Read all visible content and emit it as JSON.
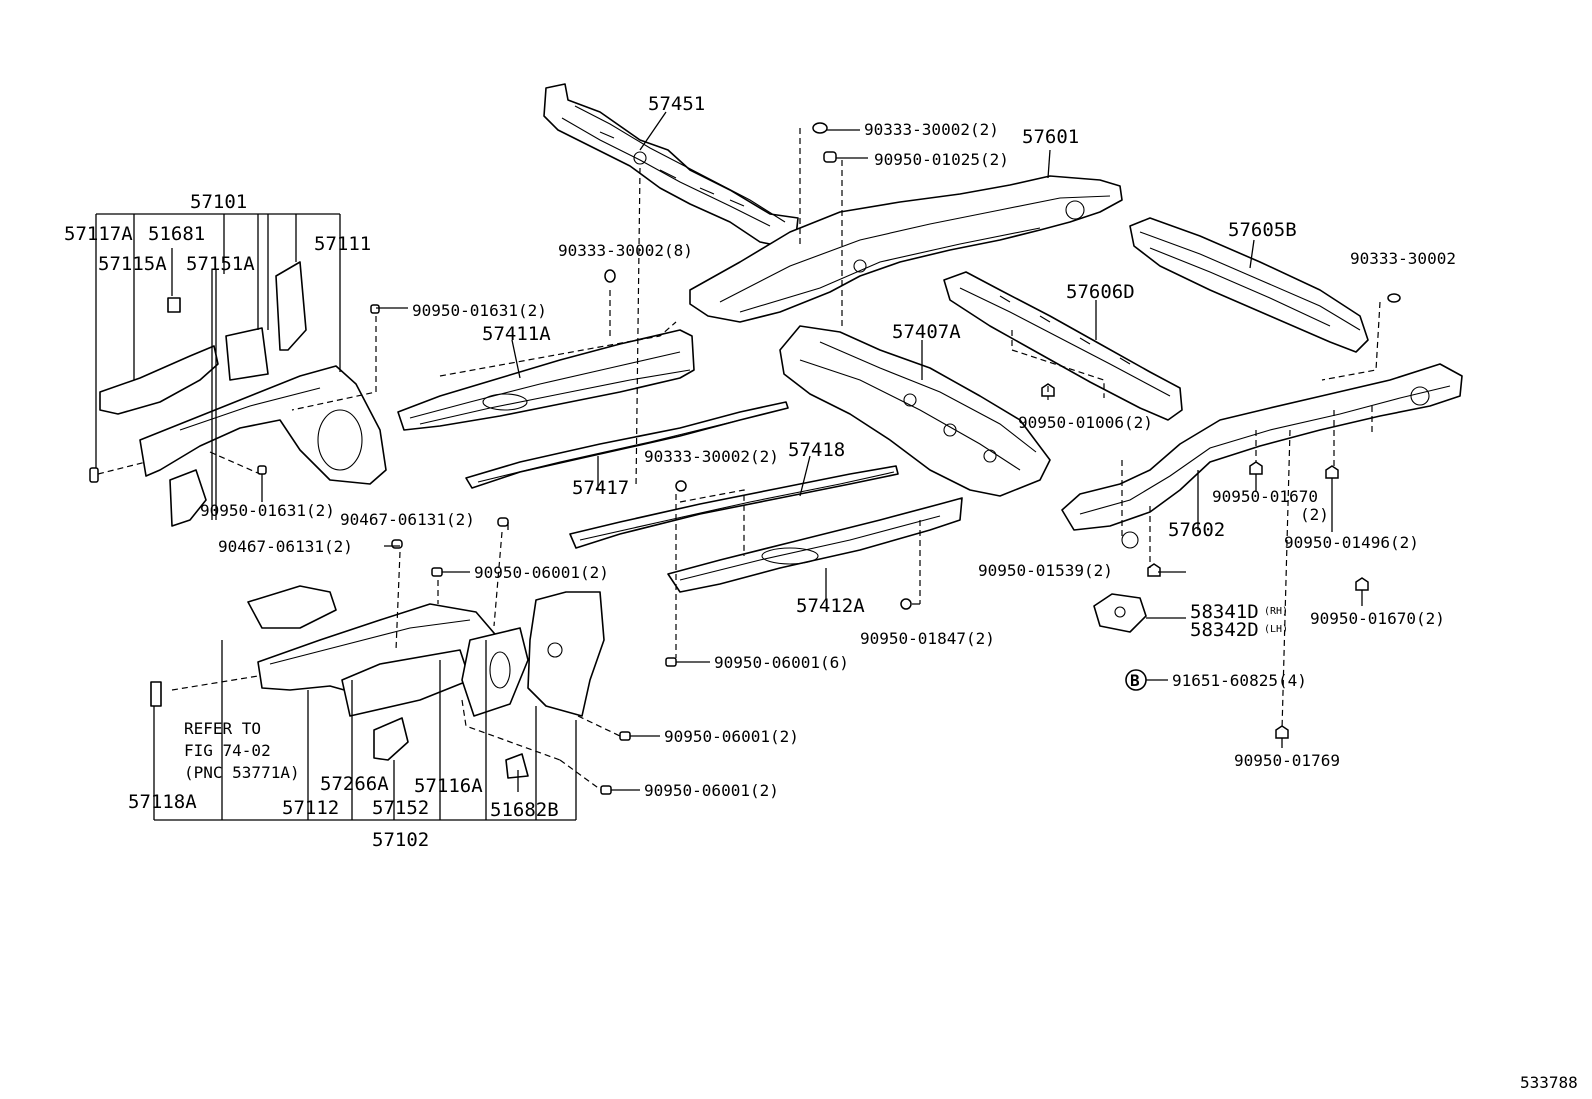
{
  "diagram_id": "533788",
  "refer_note": [
    "REFER TO",
    "FIG 74-02",
    "(PNC 53771A)"
  ],
  "callout_symbol": "B",
  "labels": {
    "57101": "57101",
    "57117A": "57117A",
    "51681": "51681",
    "57115A": "57115A",
    "57151A": "57151A",
    "57111": "57111",
    "57451": "57451",
    "90333-30002-2-top": "90333-30002(2)",
    "90950-01025": "90950-01025(2)",
    "57601": "57601",
    "90333-30002-8": "90333-30002(8)",
    "90950-01631-a": "90950-01631(2)",
    "57411A": "57411A",
    "57605B": "57605B",
    "90333-30002-right": "90333-30002",
    "57606D": "57606D",
    "57407A": "57407A",
    "90950-01006": "90950-01006(2)",
    "90950-01631-b": "90950-01631(2)",
    "90333-30002-2-mid": "90333-30002(2)",
    "57418": "57418",
    "57417": "57417",
    "90467-06131-a": "90467-06131(2)",
    "90467-06131-b": "90467-06131(2)",
    "90950-06001-a": "90950-06001(2)",
    "90950-01670-a": "90950-01670",
    "90950-01670-a-qty": "(2)",
    "57602": "57602",
    "90950-01496": "90950-01496(2)",
    "90950-01539": "90950-01539(2)",
    "57412A": "57412A",
    "58341D": "58341D",
    "58342D": "58342D",
    "rh": "(RH)",
    "lh": "(LH)",
    "90950-01670-b": "90950-01670(2)",
    "90950-01847": "90950-01847(2)",
    "90950-06001-6": "90950-06001(6)",
    "91651-60825": "91651-60825(4)",
    "90950-06001-b": "90950-06001(2)",
    "90950-01769": "90950-01769",
    "90950-06001-c": "90950-06001(2)",
    "57266A": "57266A",
    "57116A": "57116A",
    "57118A": "57118A",
    "57112": "57112",
    "57152": "57152",
    "51682B": "51682B",
    "57102": "57102"
  }
}
